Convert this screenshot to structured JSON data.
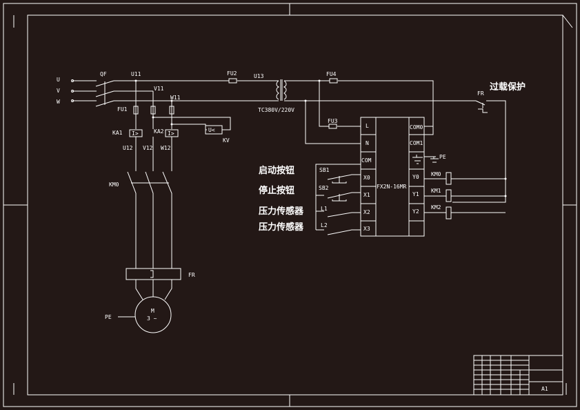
{
  "colors": {
    "background": "#231816",
    "line": "#ffffff"
  },
  "labels": {
    "U": "U",
    "V": "V",
    "W": "W",
    "QF": "QF",
    "U11": "U11",
    "V11": "V11",
    "W11": "W11",
    "FU1": "FU1",
    "FU2": "FU2",
    "FU3": "FU3",
    "FU4": "FU4",
    "U13": "U13",
    "TC": "TC380V/220V",
    "KA1": "KA1",
    "KA2": "KA2",
    "KA_sym": "I>",
    "KV_sym": "U<",
    "KV": "KV",
    "U12": "U12",
    "V12": "V12",
    "W12": "W12",
    "KM0": "KM0",
    "FR": "FR",
    "FR2": "FR",
    "PE": "PE",
    "PE2": "PE",
    "M": "M",
    "M3": "3 ~",
    "overload": "过载保护",
    "start_btn": "启动按钮",
    "stop_btn": "停止按钮",
    "sensor1": "压力传感器",
    "sensor2": "压力传感器",
    "SB1": "SB1",
    "SB2": "SB2",
    "L1": "L1",
    "L2": "L2"
  },
  "plc": {
    "model": "FX2N-16MR",
    "left": [
      "L",
      "N",
      "COM",
      "X0",
      "X1",
      "X2",
      "X3"
    ],
    "right": [
      "COM0",
      "COM1",
      "",
      "Y0",
      "Y1",
      "Y2",
      ""
    ],
    "coils": [
      "KM0",
      "KM1",
      "KM2"
    ]
  },
  "title_block": {
    "sheet": "A1"
  }
}
